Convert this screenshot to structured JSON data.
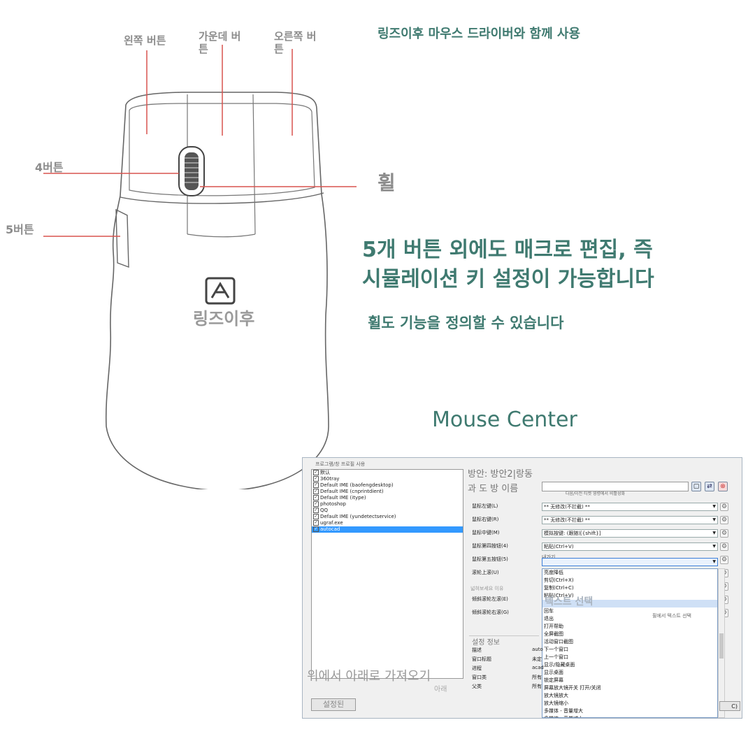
{
  "header_note": "링즈이후 마우스 드라이버와 함께 사용",
  "labels": {
    "left_button": "왼쪽 버튼",
    "middle_button_line1": "가운데 버",
    "middle_button_line2": "튼",
    "right_button_line1": "오른쪽 버",
    "right_button_line2": "튼",
    "button4": "4버튼",
    "button5": "5버튼",
    "wheel": "휠"
  },
  "mouse_brand": "링즈이후",
  "headline_line1": "5개 버튼 외에도 매크로 편집, 즉",
  "headline_line2": "시뮬레이션 키 설정이 가능합니다",
  "subline": "휠도 기능을 정의할 수 있습니다",
  "app_title": "Mouse Center",
  "colors": {
    "teal": "#3f7a70",
    "label_gray": "#8c8c8c",
    "pointer_red": "#d9534f",
    "selection_blue": "#3399ff"
  },
  "screenshot": {
    "program_header": "프로그램/창 프로필 사용",
    "programs": [
      {
        "name": "默认",
        "checked": true
      },
      {
        "name": "360tray",
        "checked": true
      },
      {
        "name": "Default IME (baofengdesktop)",
        "checked": true
      },
      {
        "name": "Default IME (cnprintdient)",
        "checked": true
      },
      {
        "name": "Default IME (itype)",
        "checked": true
      },
      {
        "name": "photoshop",
        "checked": true
      },
      {
        "name": "QQ",
        "checked": true
      },
      {
        "name": "Default IME (yundetectservice)",
        "checked": true
      },
      {
        "name": "ugraf.exe",
        "checked": true
      },
      {
        "name": "autocad",
        "checked": true
      }
    ],
    "scheme_title": "방안: 방안2|랑동",
    "scheme_name_label": "과 도 방 이름",
    "scheme_hint": "다음/이전 티켓 영령에서 비활성화",
    "rows": [
      {
        "label": "鼠标左键(L)",
        "value": "** 无修改(不拦截) **"
      },
      {
        "label": "鼠标右键(R)",
        "value": "** 无修改(不拦截) **"
      },
      {
        "label": "鼠标中键(M)",
        "value": "模拟按键: (跟随)[{shift}]"
      },
      {
        "label": "鼠标第四按钮(4)",
        "value": "粘贴(Ctrl+V)"
      },
      {
        "label": "鼠标第五按钮(5)",
        "value": ""
      },
      {
        "label": "滚轮上滚(U)",
        "value": ""
      },
      {
        "label": "",
        "value": ""
      },
      {
        "label": "倾斜滚轮左滚(E)",
        "value": ""
      },
      {
        "label": "倾斜滚轮右滚(G)",
        "value": ""
      }
    ],
    "dropdown_caption": "내가기",
    "wheel_down_overlay": "넓혀보세요 이유",
    "dropdown_items": [
      "亮度降低",
      "剪切(Ctrl+X)",
      "复制(Ctrl+C)",
      "粘贴(Ctrl+V)",
      "",
      "回车",
      "退出",
      "打开帮助",
      "全屏截图",
      "活动窗口截图",
      "下一个窗口",
      "上一个窗口",
      "显示/隐藏桌面",
      "显示桌面",
      "锁定屏幕",
      "屏幕放大镜开关 打开/关闭",
      "放大镜放大",
      "放大镜缩小",
      "多媒体 - 音量增大",
      "多媒体 - 音量减小"
    ],
    "text_select_overlay": "텍스트 선택",
    "text_select_hint": "휠에서 텍스트 선택",
    "settings_title": "설정 정보",
    "settings": [
      {
        "label": "描述",
        "value": "auto"
      },
      {
        "label": "窗口标题",
        "value": "未定"
      },
      {
        "label": "进程",
        "value": "acad"
      },
      {
        "label": "窗口类",
        "value": "所有"
      },
      {
        "label": "父类",
        "value": "所有"
      }
    ],
    "drag_overlay": "위에서 아래로 가져오기",
    "drag_overlay_sub": "아래",
    "set_button": "설정된",
    "close_button_partial": "C)"
  }
}
